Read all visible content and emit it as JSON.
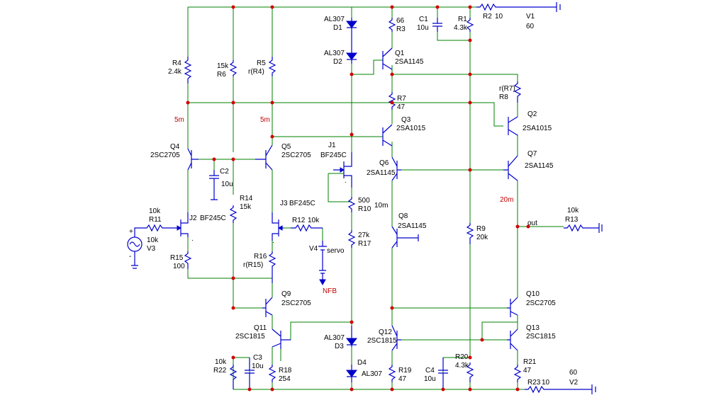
{
  "components": {
    "R4": {
      "name": "R4",
      "value": "2.4k"
    },
    "R6": {
      "name": "R6",
      "value": "15k"
    },
    "R5": {
      "name": "R5",
      "value": "r(R4)"
    },
    "D1": {
      "type": "AL307",
      "name": "D1"
    },
    "D2": {
      "type": "AL307",
      "name": "D2"
    },
    "R3": {
      "name": "R3",
      "value": "66"
    },
    "C1": {
      "name": "C1",
      "value": "10u"
    },
    "R1": {
      "name": "R1",
      "value": "4.3k"
    },
    "R2": {
      "name": "R2",
      "value": "10"
    },
    "V1": {
      "name": "V1",
      "value": "60"
    },
    "Q1": {
      "name": "Q1",
      "type": "2SA1145"
    },
    "R7": {
      "name": "R7",
      "value": "47"
    },
    "R8": {
      "name": "R8",
      "value": "r(R7)"
    },
    "Q3": {
      "name": "Q3",
      "type": "2SA1015"
    },
    "Q2": {
      "name": "Q2",
      "type": "2SA1015"
    },
    "Q4": {
      "name": "Q4",
      "type": "2SC2705"
    },
    "Q5": {
      "name": "Q5",
      "type": "2SC2705"
    },
    "C2": {
      "name": "C2",
      "value": "10u"
    },
    "J1": {
      "name": "J1",
      "type": "BF245C"
    },
    "Q6": {
      "name": "Q6",
      "type": "2SA1145"
    },
    "Q7": {
      "name": "Q7",
      "type": "2SA1145"
    },
    "R14": {
      "name": "R14",
      "value": "15k"
    },
    "R10": {
      "name": "R10",
      "value": "500"
    },
    "R11": {
      "name": "R11",
      "value": "10k"
    },
    "J2": {
      "name": "J2",
      "type": "BF245C"
    },
    "J3": {
      "name": "J3",
      "type": "BF245C"
    },
    "R12": {
      "name": "R12",
      "value": "10k"
    },
    "Q8": {
      "name": "Q8",
      "type": "2SA1145"
    },
    "R9": {
      "name": "R9",
      "value": "20k"
    },
    "R13": {
      "name": "R13",
      "value": "10k"
    },
    "V3": {
      "name": "V3",
      "value": "10k"
    },
    "R17": {
      "name": "R17",
      "value": "27k"
    },
    "V4": {
      "name": "V4",
      "value": "servo"
    },
    "R15": {
      "name": "R15",
      "value": "100"
    },
    "R16": {
      "name": "R16",
      "value": "r(R15)"
    },
    "Q9": {
      "name": "Q9",
      "type": "2SC2705"
    },
    "Q10": {
      "name": "Q10",
      "type": "2SC2705"
    },
    "Q11": {
      "name": "Q11",
      "type": "2SC1815"
    },
    "D3": {
      "type": "AL307",
      "name": "D3"
    },
    "Q12": {
      "name": "Q12",
      "type": "2SC1815"
    },
    "Q13": {
      "name": "Q13",
      "type": "2SC1815"
    },
    "R22": {
      "name": "R22",
      "value": "10k"
    },
    "C3": {
      "name": "C3",
      "value": "10u"
    },
    "R18": {
      "name": "R18",
      "value": "254"
    },
    "D4": {
      "name": "D4",
      "type": "AL307"
    },
    "R19": {
      "name": "R19",
      "value": "47"
    },
    "C4": {
      "name": "C4",
      "value": "10u"
    },
    "R20": {
      "name": "R20",
      "value": "4.3k"
    },
    "R21": {
      "name": "R21",
      "value": "47"
    },
    "R23": {
      "name": "R23",
      "value": "10"
    },
    "V2": {
      "name": "V2",
      "value": "60"
    }
  },
  "annotations": {
    "cur_5m_left": "5m",
    "cur_5m_mid": "5m",
    "cur_10m": "10m",
    "cur_20m": "20m",
    "out": "out",
    "nfb": "NFB",
    "plus": "+",
    "minus": "-",
    "tick1": ".",
    "tick2": ".",
    "tick3": "."
  },
  "colors": {
    "wire": "#008000",
    "component": "#0000cc",
    "node": "#d00000",
    "annotation": "#c00000"
  }
}
